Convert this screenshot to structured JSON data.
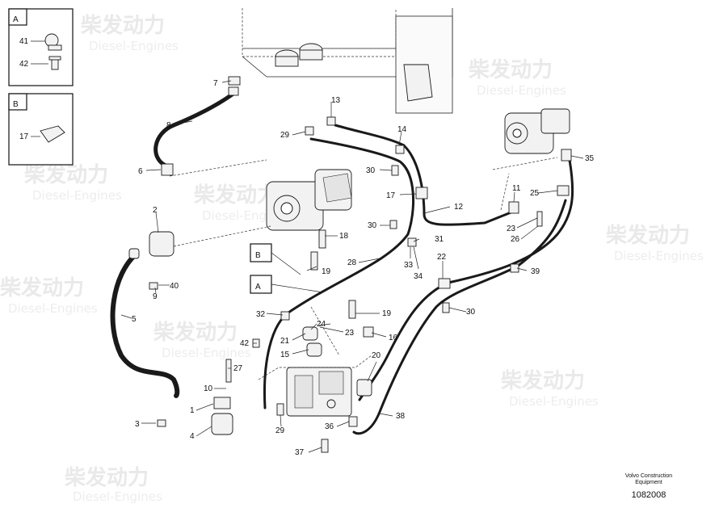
{
  "watermark": {
    "brand": "柴发动力",
    "sub": "Diesel-Engines"
  },
  "detail_boxes": [
    {
      "letter": "A",
      "items": [
        "41",
        "42"
      ]
    },
    {
      "letter": "B",
      "items": [
        "17"
      ]
    }
  ],
  "callout_flags": [
    "B",
    "A"
  ],
  "part_numbers": [
    "1",
    "2",
    "3",
    "4",
    "5",
    "6",
    "7",
    "8",
    "9",
    "10",
    "11",
    "12",
    "13",
    "14",
    "15",
    "16",
    "17",
    "18",
    "19",
    "20",
    "21",
    "22",
    "23",
    "24",
    "25",
    "26",
    "27",
    "28",
    "29",
    "30",
    "31",
    "32",
    "33",
    "34",
    "35",
    "36",
    "37",
    "38",
    "39",
    "40",
    "41",
    "42"
  ],
  "footer": {
    "caption_line1": "Volvo Construction",
    "caption_line2": "Equipment",
    "drawing_number": "1082008"
  }
}
